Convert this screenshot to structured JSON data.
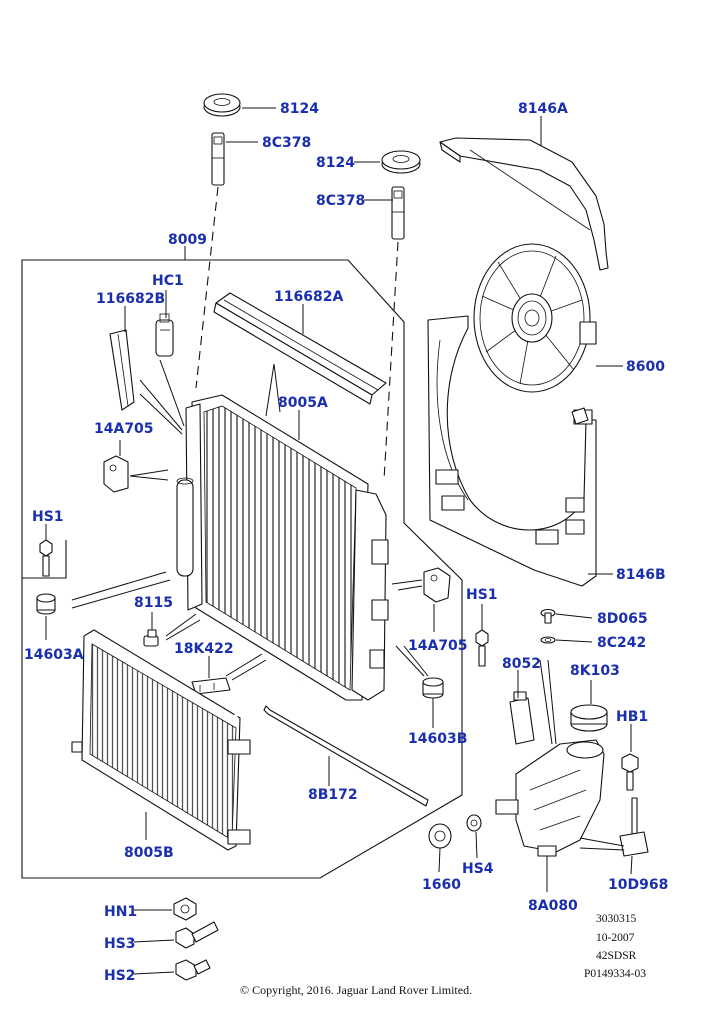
{
  "diagram": {
    "accent_color": "#1a2fb0",
    "labels": {
      "l8124_top": "8124",
      "l8C378_top": "8C378",
      "l8124_mid": "8124",
      "l8C378_mid": "8C378",
      "l8146A": "8146A",
      "l8009": "8009",
      "lHC1": "HC1",
      "l116682B": "116682B",
      "l116682A": "116682A",
      "l8005A": "8005A",
      "l8600": "8600",
      "l14A705_left": "14A705",
      "lHS1_left": "HS1",
      "l8146B": "8146B",
      "l8115": "8115",
      "lHS1_right": "HS1",
      "l8D065": "8D065",
      "l14603A": "14603A",
      "l18K422": "18K422",
      "l14A705_right": "14A705",
      "l8C242": "8C242",
      "l8052": "8052",
      "l8K103": "8K103",
      "l14603B": "14603B",
      "lHB1": "HB1",
      "l8B172": "8B172",
      "l8005B": "8005B",
      "lHS4": "HS4",
      "l1660": "1660",
      "l10D968": "10D968",
      "l8A080": "8A080",
      "lHN1": "HN1",
      "lHS3": "HS3",
      "lHS2": "HS2"
    },
    "meta": {
      "line1": "3030315",
      "line2": "10-2007",
      "line3": "42SDSR",
      "line4": "P0149334-03"
    },
    "copyright": "© Copyright, 2016. Jaguar Land Rover Limited."
  }
}
